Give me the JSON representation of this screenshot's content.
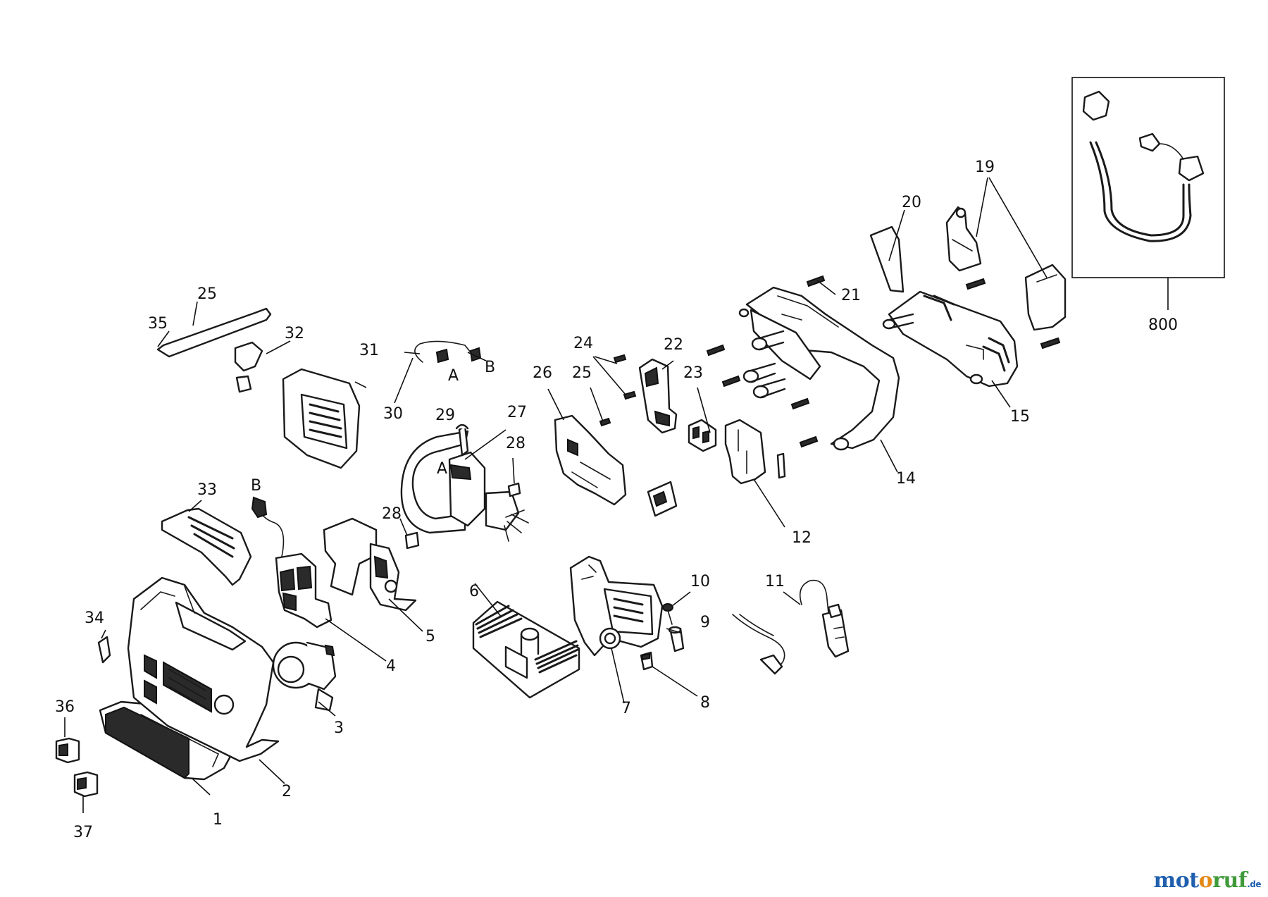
{
  "labels": {
    "p1": "1",
    "p2": "2",
    "p3": "3",
    "p4": "4",
    "p5": "5",
    "p6": "6",
    "p7": "7",
    "p8": "8",
    "p9": "9",
    "p10": "10",
    "p11": "11",
    "p12": "12",
    "p14": "14",
    "p15": "15",
    "p19": "19",
    "p20": "20",
    "p21": "21",
    "p22": "22",
    "p23": "23",
    "p24": "24",
    "p25a": "25",
    "p25b": "25",
    "p26": "26",
    "p27": "27",
    "p28a": "28",
    "p28b": "28",
    "p29": "29",
    "p30": "30",
    "p31": "31",
    "p32": "32",
    "p33": "33",
    "p34": "34",
    "p35": "35",
    "p36": "36",
    "p37": "37",
    "p800": "800",
    "markA1": "A",
    "markB1": "B",
    "markA2": "A",
    "markB2": "B"
  },
  "watermark": {
    "part1": "mot",
    "part2": "o",
    "part3": "ruf",
    "tld": ".de"
  }
}
